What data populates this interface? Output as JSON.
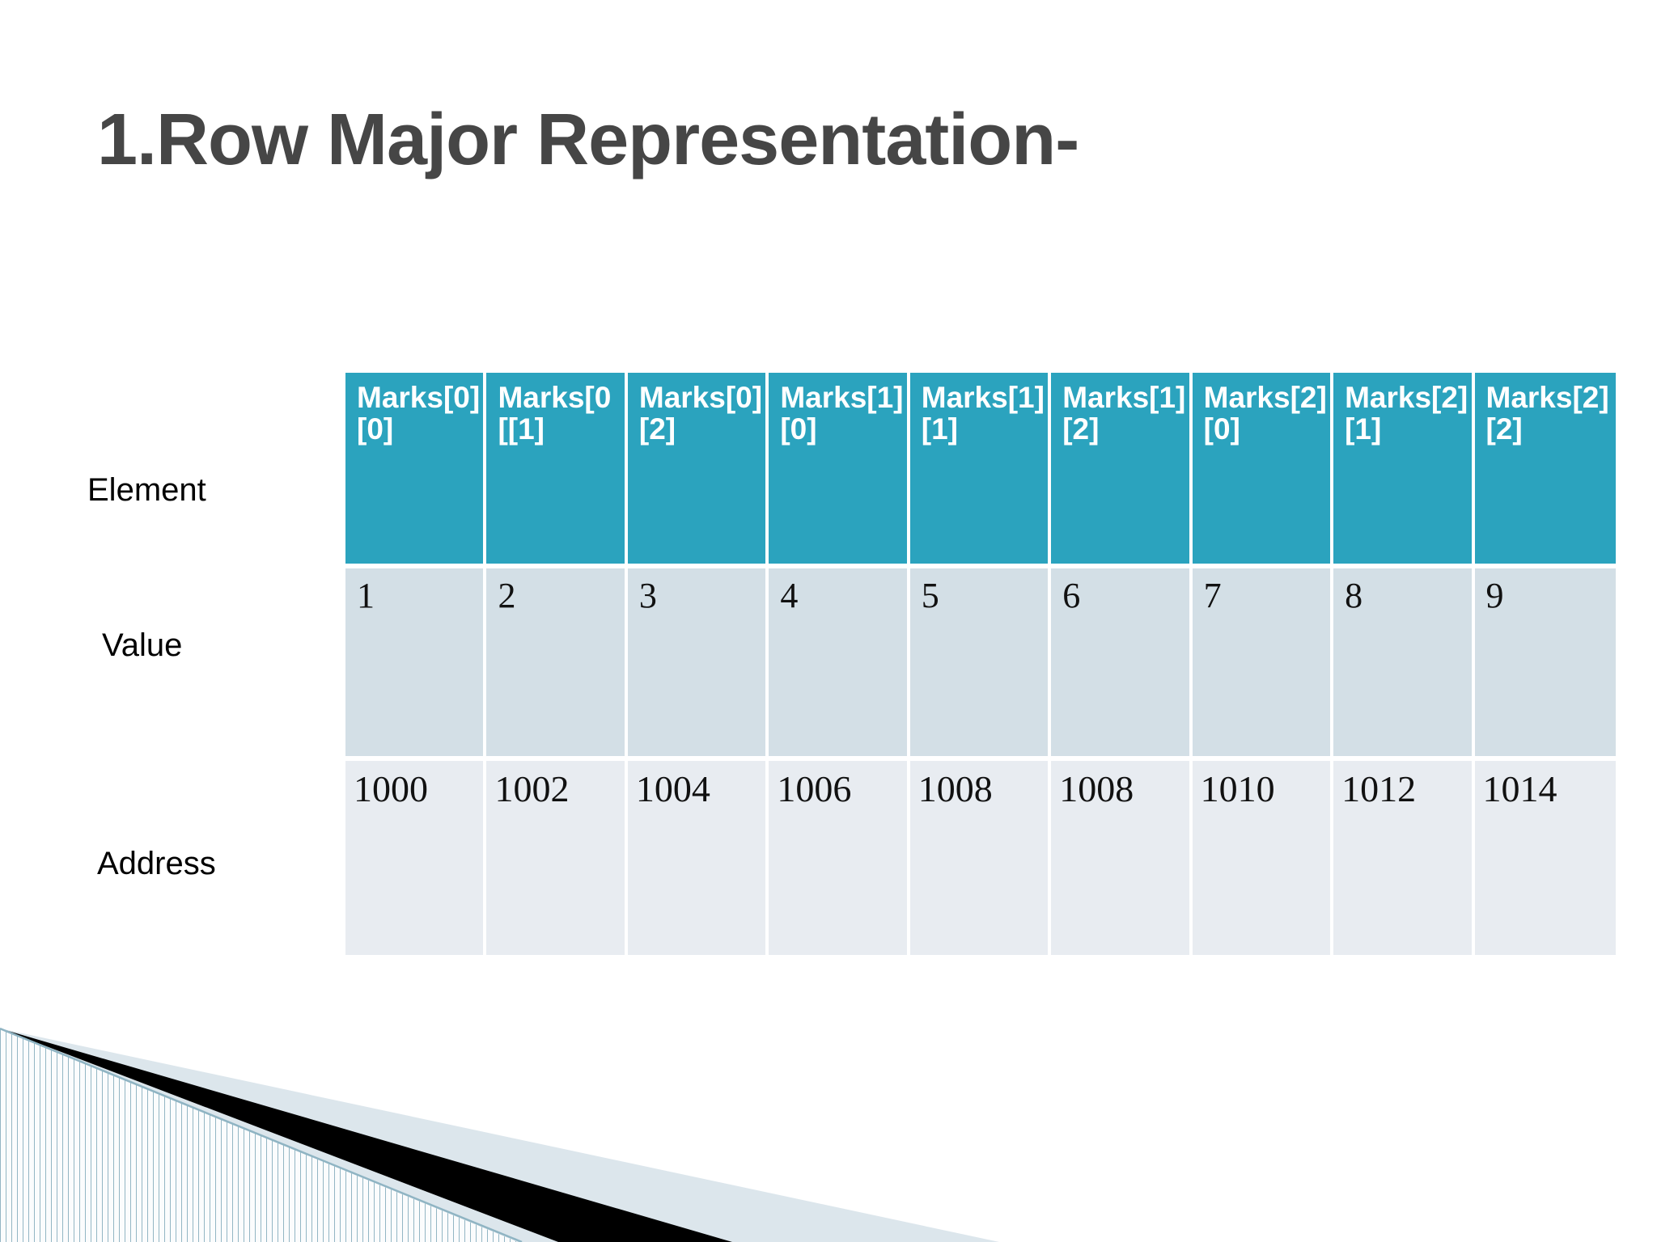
{
  "slide": {
    "title": "1.Row Major Representation-",
    "accent_color": "#2BA3BE",
    "title_color": "#464646",
    "value_row_color": "#D3DFE6",
    "address_row_color": "#E8ECF1",
    "background_color": "#FFFFFF"
  },
  "table": {
    "row_labels": {
      "element": "Element",
      "value": "Value",
      "address": "Address"
    },
    "elements": [
      "Marks[0][0]",
      "Marks[0[[1]",
      "Marks[0][2]",
      "Marks[1][0]",
      "Marks[1][1]",
      "Marks[1][2]",
      "Marks[2][0]",
      "Marks[2][1]",
      "Marks[2][2]"
    ],
    "values": [
      "1",
      "2",
      "3",
      "4",
      "5",
      "6",
      "7",
      "8",
      "9"
    ],
    "addresses": [
      "1000",
      "1002",
      "1004",
      "1006",
      "1008",
      "1008",
      "1010",
      "1012",
      "1014"
    ]
  },
  "decoration": {
    "name": "bottom-left-corner-graphic",
    "stripe_color": "#7FA8B8",
    "wedge_color": "#000000",
    "band_color": "#DCE6EC"
  }
}
